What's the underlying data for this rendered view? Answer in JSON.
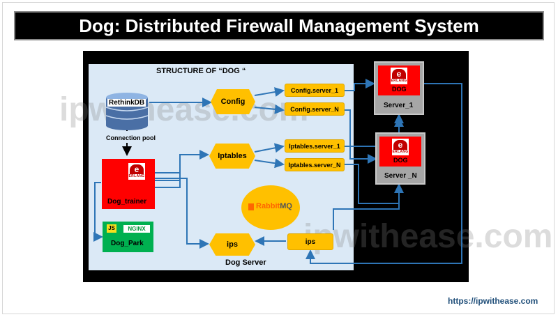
{
  "title": "Dog: Distributed Firewall Management System",
  "structure_label": "STRUCTURE OF “DOG “",
  "dog_server_label": "Dog Server",
  "rethinkdb_label": "RethinkDB",
  "connection_pool_label": "Connection pool",
  "dog_trainer_label": "Dog_trainer",
  "dog_park_label": "Dog_Park",
  "js_label": "JS",
  "nginx_label": "NGINX",
  "erlang_label": "ERLANG",
  "hexes": {
    "config": "Config",
    "iptables": "Iptables",
    "ips": "ips"
  },
  "queues": {
    "config_server_1": "Config.server_1",
    "config_server_n": "Config.server_N",
    "iptables_server_1": "Iptables.server_1",
    "iptables_server_n": "Iptables.server_N",
    "ips": "ips"
  },
  "servers": [
    {
      "dog_label": "DOG",
      "name": "Server_1"
    },
    {
      "dog_label": "DOG",
      "name": "Server _N"
    }
  ],
  "rabbitmq": {
    "rabbit": "Rabbit",
    "mq": "MQ"
  },
  "watermark": "ipwithease.com",
  "url": "https://ipwithease.com",
  "colors": {
    "accent_orange": "#ffc000",
    "erlang_red": "#ff0000",
    "arrow_blue": "#2e75b6",
    "park_green": "#00b050",
    "panel_bg": "#dbe9f6"
  }
}
